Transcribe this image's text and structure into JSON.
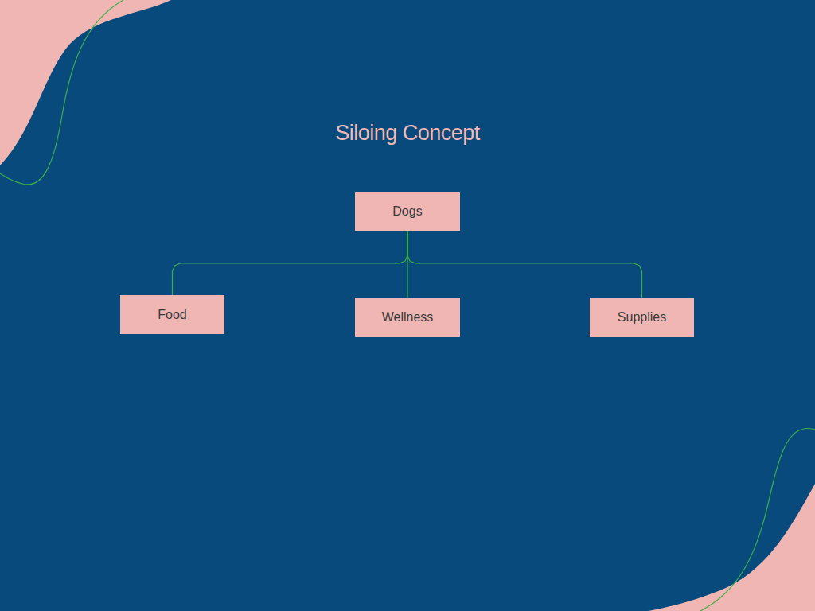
{
  "diagram": {
    "title": "Siloing Concept",
    "nodes": [
      {
        "text": [
          "Dogs"
        ]
      },
      {
        "text": [
          "Food"
        ]
      },
      {
        "text": [
          "Wellness"
        ]
      },
      {
        "text": [
          "Supplies"
        ]
      }
    ],
    "edges": [
      {
        "from": 0,
        "to": 1,
        "arrow": "none"
      },
      {
        "from": 0,
        "to": 2,
        "arrow": "none"
      },
      {
        "from": 0,
        "to": 3,
        "arrow": "none"
      }
    ]
  }
}
